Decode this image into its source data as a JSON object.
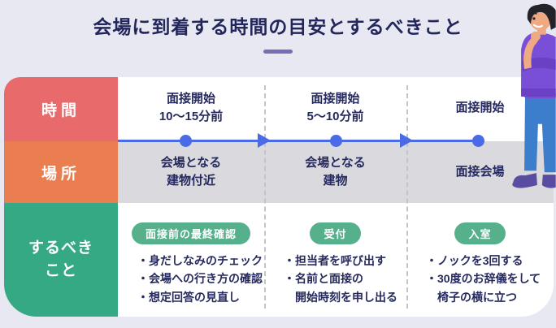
{
  "title": "会場に到着する時間の目安とするべきこと",
  "colors": {
    "page_bg": "#E8E8F2",
    "title_text": "#23265B",
    "accent_dash": "#7370B9",
    "row_time_header": "#E96A6A",
    "row_place_header": "#EB7E51",
    "row_todo_header": "#35A983",
    "place_row_bg": "#D9D9DE",
    "timeline_blue": "#4A6BE5",
    "badge_green": "#55B08B",
    "cell_text": "#262A5E"
  },
  "table": {
    "row_headers": {
      "time": "時間",
      "place": "場所",
      "todo": "するべき\nこと"
    },
    "time_cells": [
      "面接開始\n10〜15分前",
      "面接開始\n5〜10分前",
      "面接開始"
    ],
    "place_cells": [
      "会場となる\n建物付近",
      "会場となる\n建物",
      "面接会場"
    ],
    "todo_cells": [
      {
        "badge": "面接前の最終確認",
        "items": [
          "・身だしなみのチェック",
          "・会場への行き方の確認",
          "・想定回答の見直し"
        ]
      },
      {
        "badge": "受付",
        "items": [
          "・担当者を呼び出す",
          "・名前と面接の",
          "　開始時刻を申し出る"
        ]
      },
      {
        "badge": "入室",
        "items": [
          "・ノックを3回する",
          "・30度のお辞儀をして",
          "　椅子の横に立つ"
        ]
      }
    ]
  }
}
